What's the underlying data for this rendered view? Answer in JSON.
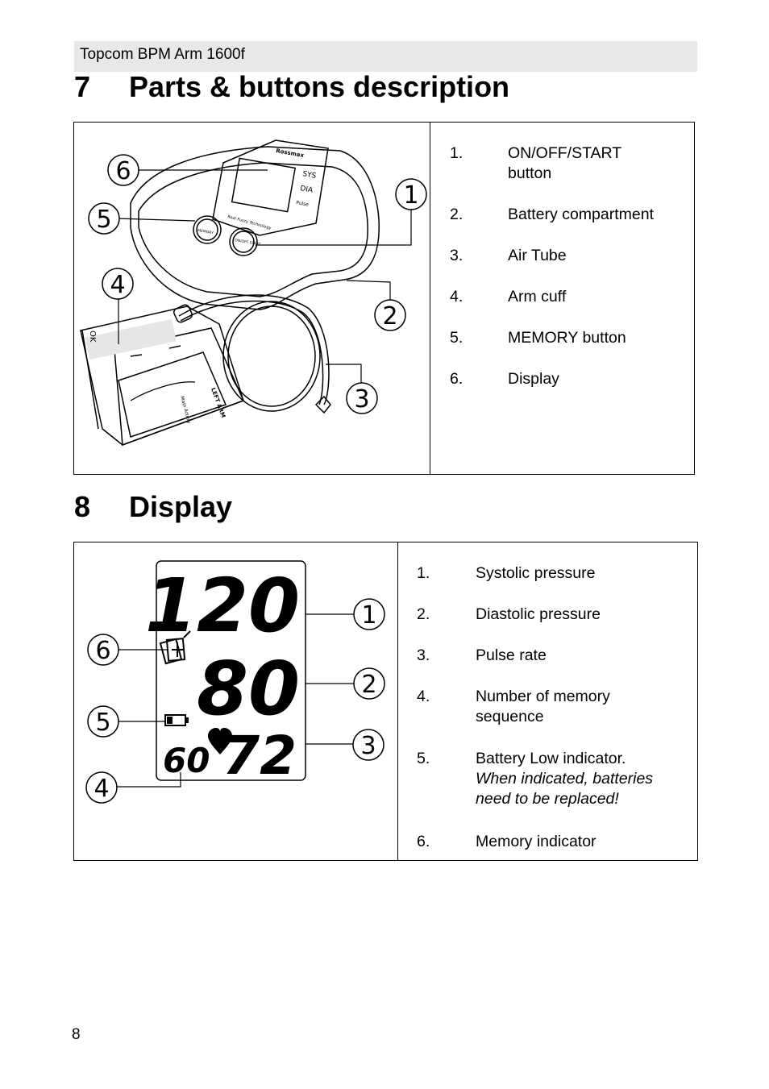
{
  "header": {
    "title": "Topcom BPM Arm 1600f"
  },
  "section7": {
    "number": "7",
    "title": "Parts & buttons description",
    "items": [
      {
        "n": "1.",
        "text": "ON/OFF/START button"
      },
      {
        "n": "2.",
        "text": "Battery compartment"
      },
      {
        "n": "3.",
        "text": "Air Tube"
      },
      {
        "n": "4.",
        "text": "Arm cuff"
      },
      {
        "n": "5.",
        "text": "MEMORY button"
      },
      {
        "n": "6.",
        "text": "Display"
      }
    ],
    "figure": {
      "callouts": [
        "1",
        "2",
        "3",
        "4",
        "5",
        "6"
      ],
      "brand": "Rossmax",
      "labels": {
        "sys": "SYS",
        "dia": "DIA",
        "pulse": "Pulse",
        "memory": "MEMORY",
        "onoff": "ON/OFF START",
        "ok": "OK",
        "left_arm": "LEFT ARM",
        "main_artery": "Main Artery",
        "fuzzy": "Real Fuzzy Technology"
      }
    }
  },
  "section8": {
    "number": "8",
    "title": "Display",
    "items": [
      {
        "n": "1.",
        "text": "Systolic pressure"
      },
      {
        "n": "2.",
        "text": "Diastolic pressure"
      },
      {
        "n": "3.",
        "text": "Pulse rate"
      },
      {
        "n": "4.",
        "text": "Number of memory sequence"
      },
      {
        "n": "5.",
        "text": "Battery Low indicator.",
        "note": "When indicated, batteries need to be replaced!"
      },
      {
        "n": "6.",
        "text": "Memory indicator"
      }
    ],
    "figure": {
      "callouts": [
        "1",
        "2",
        "3",
        "4",
        "5",
        "6"
      ],
      "systolic": "120",
      "diastolic": "80",
      "pulse": "72",
      "memory_seq": "60"
    }
  },
  "footer": {
    "page_number": "8"
  }
}
